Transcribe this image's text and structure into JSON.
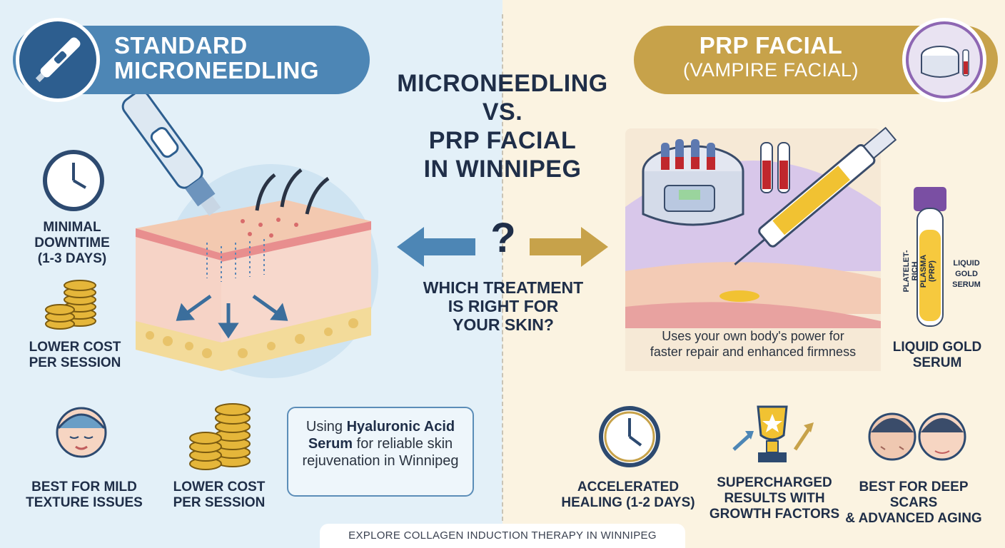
{
  "center": {
    "title_line1": "MICRONEEDLING",
    "title_line2": "VS.",
    "title_line3": "PRP FACIAL",
    "title_line4": "IN WINNIPEG",
    "question_mark": "?",
    "question_line1": "WHICH TREATMENT",
    "question_line2": "IS RIGHT FOR",
    "question_line3": "YOUR SKIN?"
  },
  "left": {
    "banner_line1": "STANDARD",
    "banner_line2": "MICRONEEDLING",
    "downtime_line1": "MINIMAL",
    "downtime_line2": "DOWNTIME",
    "downtime_line3": "(1-3 DAYS)",
    "cost_line1": "LOWER COST",
    "cost_line2": "PER SESSION",
    "mild_line1": "BEST FOR MILD",
    "mild_line2": "TEXTURE ISSUES",
    "cost2_line1": "LOWER COST",
    "cost2_line2": "PER SESSION",
    "callout_pre": "Using ",
    "callout_bold": "Hyaluronic Acid Serum",
    "callout_post": " for reliable skin rejuvenation in Winnipeg"
  },
  "right": {
    "banner_line1": "PRP FACIAL",
    "banner_line2": "(VAMPIRE FACIAL)",
    "callout_line1": "Uses your own body's power for",
    "callout_line2": "faster repair and enhanced firmness",
    "tube_label1": "PLATELET-RICH",
    "tube_label2": "PLASMA (PRP)",
    "tube_side1": "LIQUID",
    "tube_side2": "GOLD",
    "tube_side3": "SERUM",
    "serum_line1": "LIQUID GOLD",
    "serum_line2": "SERUM",
    "healing_line1": "ACCELERATED",
    "healing_line2": "HEALING (1-2 DAYS)",
    "results_line1": "SUPERCHARGED",
    "results_line2": "RESULTS WITH",
    "results_line3": "GROWTH FACTORS",
    "deep_line1": "BEST FOR DEEP SCARS",
    "deep_line2": "& ADVANCED AGING"
  },
  "footer": {
    "text": "EXPLORE COLLAGEN INDUCTION THERAPY IN WINNIPEG"
  },
  "colors": {
    "blue": "#4d86b5",
    "gold": "#c7a24a",
    "purple": "#8e67b3",
    "navy": "#1f2e48"
  }
}
